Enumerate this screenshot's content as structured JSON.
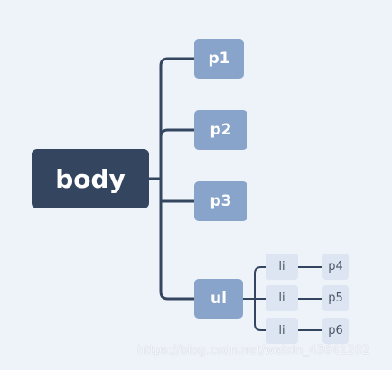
{
  "colors": {
    "background": "#eef3fa",
    "root_fill": "#34465f",
    "level1_fill": "#88a4cb",
    "level2_fill": "#dce5f1",
    "connector": "#34465f"
  },
  "mindmap": {
    "root": {
      "label": "body"
    },
    "children": [
      {
        "label": "p1"
      },
      {
        "label": "p2"
      },
      {
        "label": "p3"
      },
      {
        "label": "ul",
        "children": [
          {
            "label": "li",
            "child": {
              "label": "p4"
            }
          },
          {
            "label": "li",
            "child": {
              "label": "p5"
            }
          },
          {
            "label": "li",
            "child": {
              "label": "p6"
            }
          }
        ]
      }
    ]
  },
  "watermark": "https://blog.csdn.net/weixin_43641202"
}
